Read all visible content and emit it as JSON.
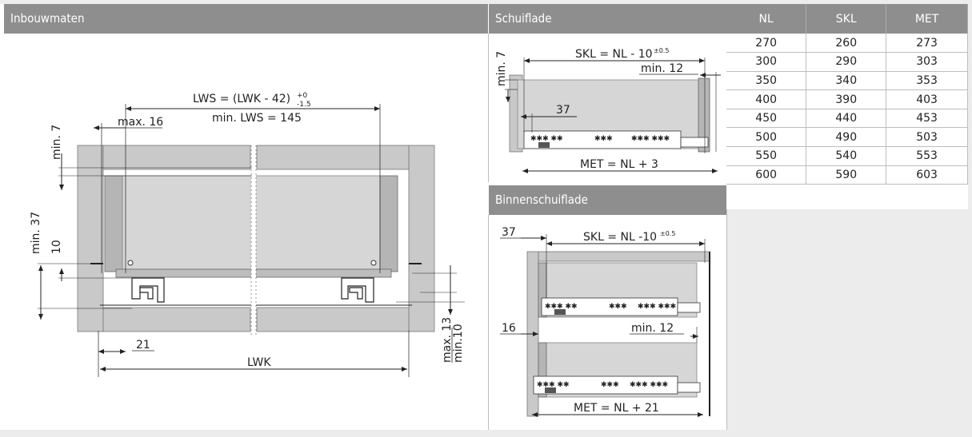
{
  "panels": {
    "left_title": "Inbouwmaten",
    "top_right_title": "Schuiflade",
    "bottom_right_title": "Binnenschuiflade"
  },
  "left_diagram": {
    "lws_formula": "LWS = (LWK - 42)",
    "lws_tol_upper": "+0",
    "lws_tol_lower": "-1.5",
    "min_lws": "min. LWS = 145",
    "max16": "max. 16",
    "min7": "min. 7",
    "min37": "min. 37",
    "ten": "10",
    "twentyone": "21",
    "lwk": "LWK",
    "max13": "max. 13",
    "min10": "min.10"
  },
  "schuiflade": {
    "skl": "SKL = NL - 10",
    "skl_tol": "±0.5",
    "min7": "min. 7",
    "min12": "min. 12",
    "thirtyseven": "37",
    "met": "MET = NL + 3"
  },
  "binnenschuiflade": {
    "thirtyseven": "37",
    "skl": "SKL = NL -10",
    "skl_tol": "±0.5",
    "sixteen": "16",
    "min12": "min. 12",
    "met": "MET = NL + 21"
  },
  "table": {
    "headers": [
      "NL",
      "SKL",
      "MET"
    ],
    "rows": [
      [
        "270",
        "260",
        "273"
      ],
      [
        "300",
        "290",
        "303"
      ],
      [
        "350",
        "340",
        "353"
      ],
      [
        "400",
        "390",
        "403"
      ],
      [
        "450",
        "440",
        "453"
      ],
      [
        "500",
        "490",
        "503"
      ],
      [
        "550",
        "540",
        "553"
      ],
      [
        "600",
        "590",
        "603"
      ]
    ]
  }
}
